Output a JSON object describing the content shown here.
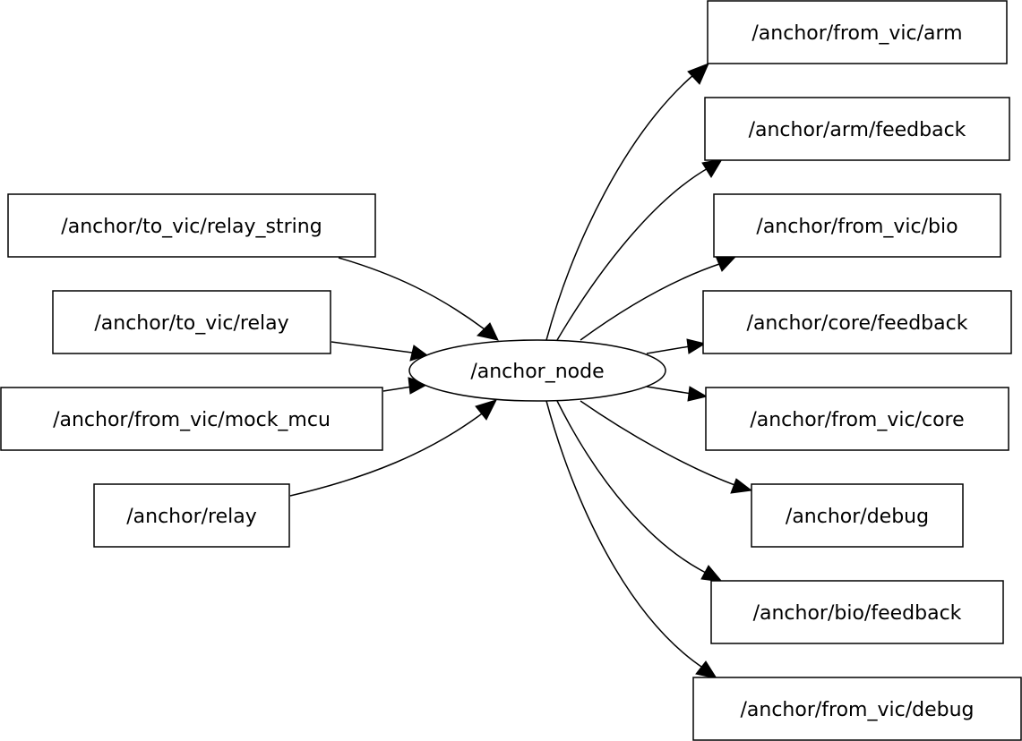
{
  "diagram": {
    "node": {
      "label": "/anchor_node"
    },
    "inputs": [
      {
        "id": "in-relay-string",
        "label": "/anchor/to_vic/relay_string"
      },
      {
        "id": "in-relay-to-vic",
        "label": "/anchor/to_vic/relay"
      },
      {
        "id": "in-mock-mcu",
        "label": "/anchor/from_vic/mock_mcu"
      },
      {
        "id": "in-relay",
        "label": "/anchor/relay"
      }
    ],
    "outputs": [
      {
        "id": "out-from-vic-arm",
        "label": "/anchor/from_vic/arm"
      },
      {
        "id": "out-arm-feedback",
        "label": "/anchor/arm/feedback"
      },
      {
        "id": "out-from-vic-bio",
        "label": "/anchor/from_vic/bio"
      },
      {
        "id": "out-core-feedback",
        "label": "/anchor/core/feedback"
      },
      {
        "id": "out-from-vic-core",
        "label": "/anchor/from_vic/core"
      },
      {
        "id": "out-debug",
        "label": "/anchor/debug"
      },
      {
        "id": "out-bio-feedback",
        "label": "/anchor/bio/feedback"
      },
      {
        "id": "out-from-vic-debug",
        "label": "/anchor/from_vic/debug"
      }
    ],
    "edges": [
      {
        "from": "in-relay-string",
        "to": "node"
      },
      {
        "from": "in-relay-to-vic",
        "to": "node"
      },
      {
        "from": "in-mock-mcu",
        "to": "node"
      },
      {
        "from": "in-relay",
        "to": "node"
      },
      {
        "from": "node",
        "to": "out-from-vic-arm"
      },
      {
        "from": "node",
        "to": "out-arm-feedback"
      },
      {
        "from": "node",
        "to": "out-from-vic-bio"
      },
      {
        "from": "node",
        "to": "out-core-feedback"
      },
      {
        "from": "node",
        "to": "out-from-vic-core"
      },
      {
        "from": "node",
        "to": "out-debug"
      },
      {
        "from": "node",
        "to": "out-bio-feedback"
      },
      {
        "from": "node",
        "to": "out-from-vic-debug"
      }
    ]
  }
}
